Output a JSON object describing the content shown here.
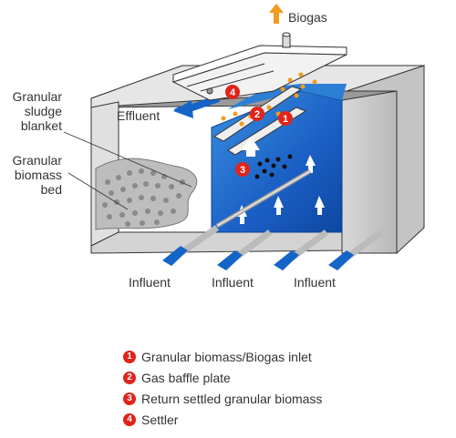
{
  "labels": {
    "biogas": "Biogas",
    "effluent": "Effluent",
    "sludge_blanket": [
      "Granular",
      "sludge",
      "blanket"
    ],
    "biomass_bed": [
      "Granular",
      "biomass",
      "bed"
    ],
    "influent": [
      "Influent",
      "Influent",
      "Influent"
    ]
  },
  "markers": [
    "1",
    "2",
    "3",
    "4"
  ],
  "legend": [
    {
      "num": "1",
      "text": "Granular biomass/Biogas inlet"
    },
    {
      "num": "2",
      "text": "Gas baffle plate"
    },
    {
      "num": "3",
      "text": "Return settled granular biomass"
    },
    {
      "num": "4",
      "text": "Settler"
    }
  ],
  "colors": {
    "blue": "#1565c8",
    "light_blue": "#4fa3e8",
    "marker_red": "#e2231a",
    "orange": "#f39a1e",
    "tank_gray": "#c8c8c8",
    "dark_outline": "#333333"
  }
}
